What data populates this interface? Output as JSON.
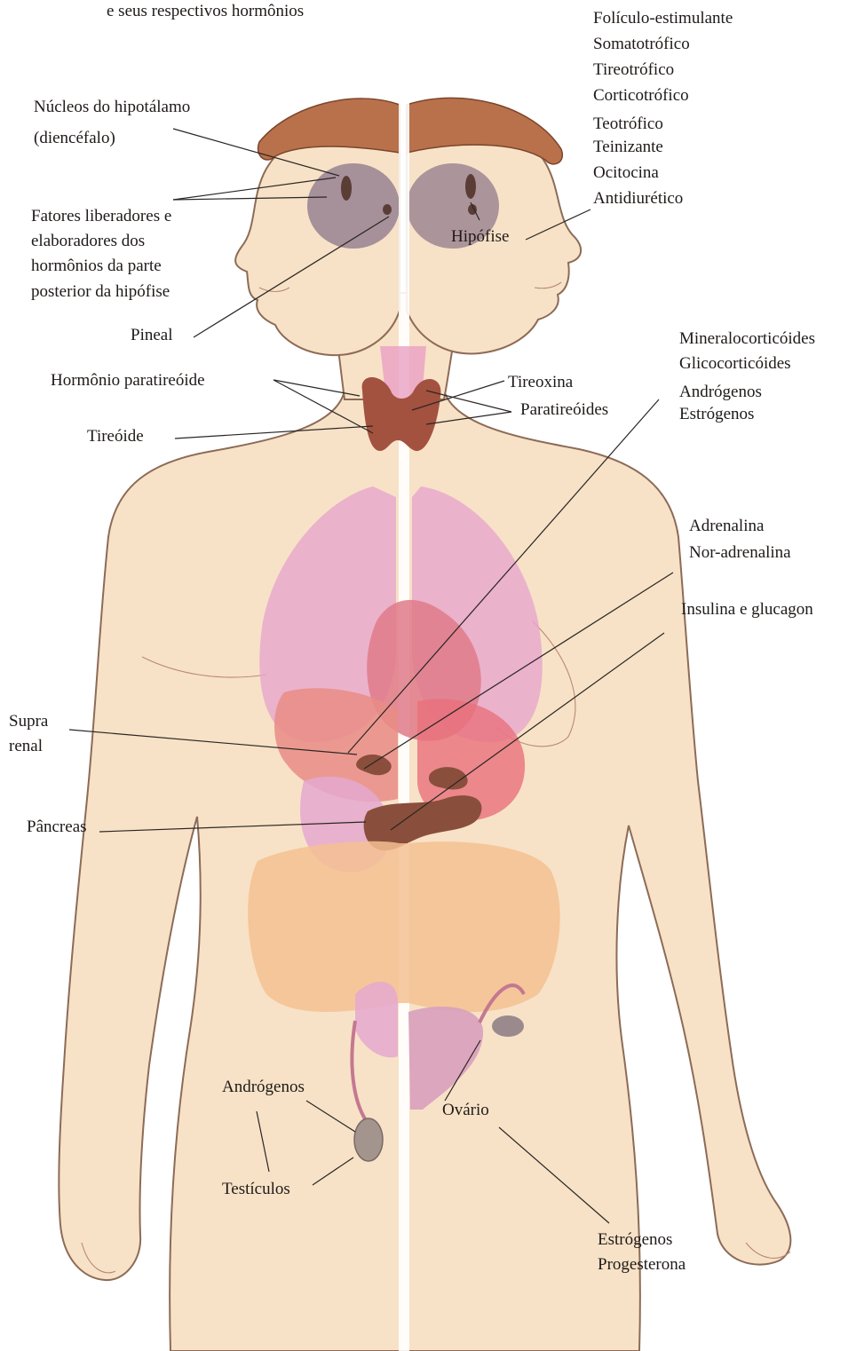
{
  "header": {
    "title_fragment": "e seus respectivos hormônios"
  },
  "labels": {
    "hypothalamus": [
      "Núcleos do hipotálamo",
      "(diencéfalo)"
    ],
    "releasing_factors": [
      "Fatores liberadores e",
      "elaboradores dos",
      "hormônios da parte",
      "posterior da hipófise"
    ],
    "pineal": "Pineal",
    "parathyroid_hormone": "Hormônio paratireóide",
    "thyroid": "Tireóide",
    "pituitary_hormones": [
      "Folículo-estimulante",
      "Somatotrófico",
      "Tireotrófico",
      "Corticotrófico",
      "Teotrófico",
      "Teinizante",
      "Ocitocina",
      "Antidiurético"
    ],
    "pituitary": "Hipófise",
    "thyroxine": "Tireoxina",
    "parathyroids": "Paratireóides",
    "adrenal_cortex_hormones": [
      "Mineralocorticóides",
      "Glicocorticóides",
      "Andrógenos",
      "Estrógenos"
    ],
    "adrenal_medulla_hormones": [
      "Adrenalina",
      "Nor-adrenalina"
    ],
    "pancreas_hormones": "Insulina e glucagon",
    "adrenal": [
      "Supra",
      "renal"
    ],
    "pancreas": "Pâncreas",
    "androgens": "Andrógenos",
    "testicles": "Testículos",
    "ovary": "Ovário",
    "ovary_hormones": [
      "Estrógenos",
      "Progesterona"
    ]
  },
  "colors": {
    "skin": "#f7e2c7",
    "hair": "#b9714c",
    "brain": "#8b7489",
    "lungs": "#e7a6cc",
    "heart": "#e07a8a",
    "liver": "#e98c86",
    "glands": "#8a4e3c",
    "intestine": "#f4c192",
    "uterus": "#d8a0bd"
  }
}
